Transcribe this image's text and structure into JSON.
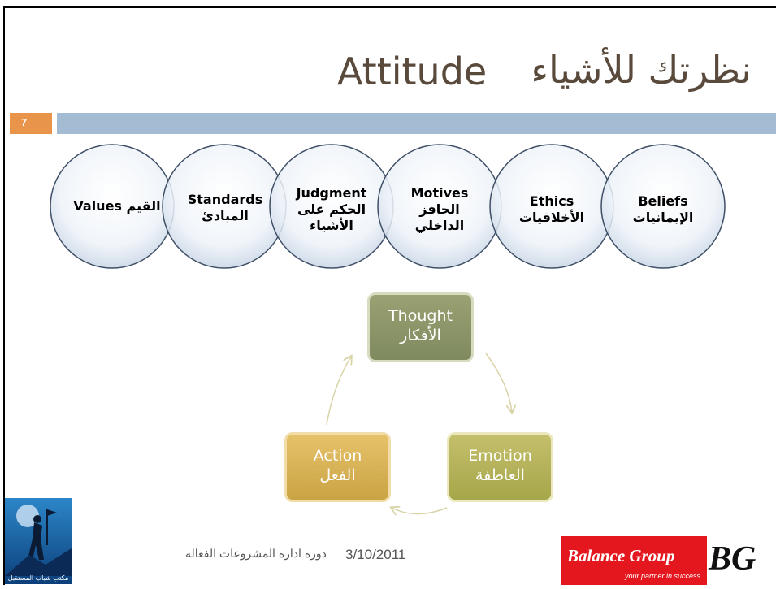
{
  "slide": {
    "title_en": "Attitude",
    "title_ar": "نظرتك للأشياء",
    "slide_number": "7"
  },
  "circles": [
    {
      "line1": "Values القيم",
      "line2": "",
      "line3": ""
    },
    {
      "line1": "Standards",
      "line2": "المبادئ",
      "line3": ""
    },
    {
      "line1": "Judgment",
      "line2": "الحكم على",
      "line3": "الأشياء"
    },
    {
      "line1": "Motives",
      "line2": "الحافز",
      "line3": "الداخلي"
    },
    {
      "line1": "Ethics",
      "line2": "الأخلاقيات",
      "line3": ""
    },
    {
      "line1": "Beliefs",
      "line2": "الإيمانيات",
      "line3": ""
    }
  ],
  "cycle": {
    "thought": {
      "en": "Thought",
      "ar": "الأفكار"
    },
    "emotion": {
      "en": "Emotion",
      "ar": "العاطفة"
    },
    "action": {
      "en": "Action",
      "ar": "الفعل"
    }
  },
  "footer": {
    "course": "دورة ادارة المشروعات الفعالة",
    "date": "3/10/2011",
    "left_logo_label": "مكتب شباب المستقبل",
    "brand_name": "Balance Group",
    "brand_tagline": "your partner in success",
    "brand_mark": "BG"
  },
  "colors": {
    "title": "#594a3c",
    "accent_orange": "#e8944a",
    "accent_blue": "#a4bcd3",
    "brand_red": "#e3171d"
  }
}
